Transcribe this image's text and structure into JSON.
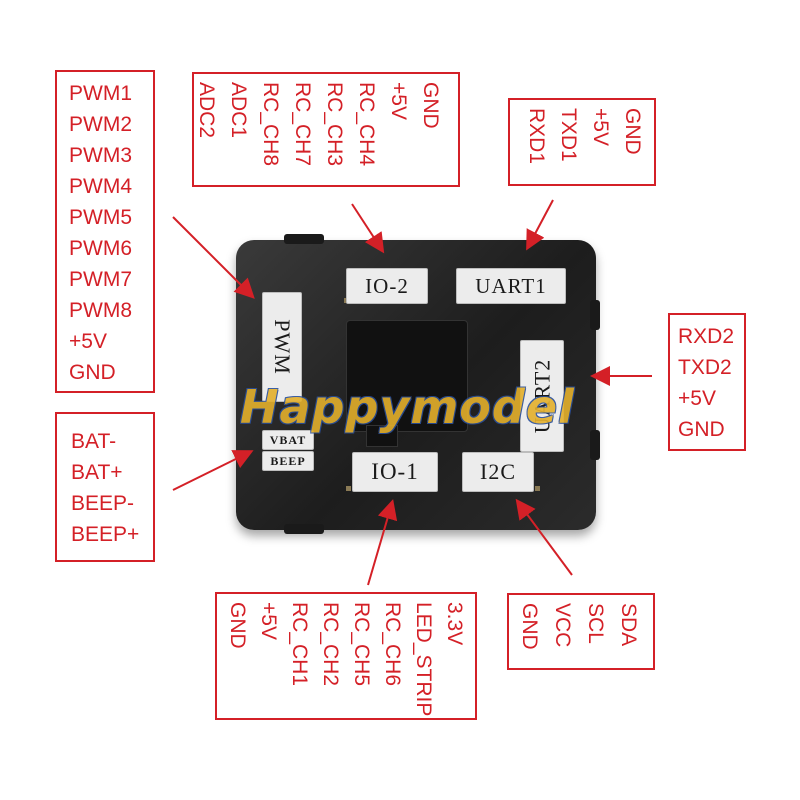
{
  "colors": {
    "accent": "#d42027",
    "board": "#2a2a2a",
    "label_bg": "#ececec"
  },
  "pwm_pins": [
    "PWM1",
    "PWM2",
    "PWM3",
    "PWM4",
    "PWM5",
    "PWM6",
    "PWM7",
    "PWM8",
    "+5V",
    "GND"
  ],
  "vbat_pins": [
    "BAT-",
    "BAT+",
    "BEEP-",
    "BEEP+"
  ],
  "io2_pins": [
    "GND",
    "+5V",
    "RC_CH4",
    "RC_CH3",
    "RC_CH7",
    "RC_CH8",
    "ADC1",
    "ADC2"
  ],
  "uart1_pins": [
    "GND",
    "+5V",
    "TXD1",
    "RXD1"
  ],
  "uart2_pins": [
    "RXD2",
    "TXD2",
    "+5V",
    "GND"
  ],
  "io1_pins": [
    "GND",
    "+5V",
    "RC_CH1",
    "RC_CH2",
    "RC_CH5",
    "RC_CH6",
    "LED_STRIP",
    "3.3V"
  ],
  "i2c_pins": [
    "GND",
    "VCC",
    "SCL",
    "SDA"
  ],
  "board": {
    "io2": "IO-2",
    "uart1": "UART1",
    "pwm": "PWM",
    "uart2": "UART2",
    "vbat": "VBAT",
    "beep": "BEEP",
    "io1": "IO-1",
    "i2c": "I2C"
  },
  "watermark": "Happymodel"
}
